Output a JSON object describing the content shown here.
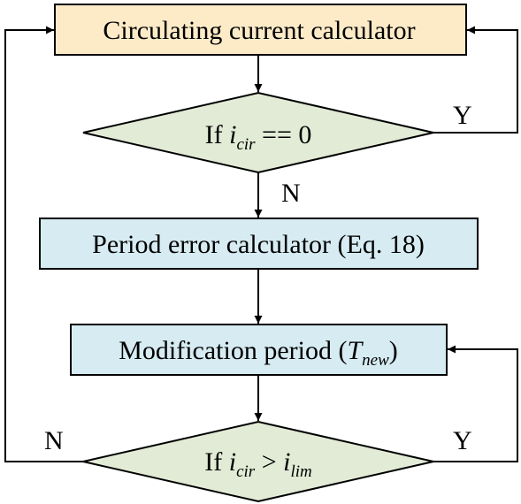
{
  "nodes": {
    "circulating": {
      "label": "Circulating current calculator",
      "fill": "#FDEBC8"
    },
    "decision_zero": {
      "prefix": "If ",
      "var": "i",
      "sub": "cir",
      "suffix": " == 0",
      "fill": "#E2EBD6"
    },
    "period_error": {
      "label": "Period error calculator (Eq. 18)",
      "fill": "#D6EBF2"
    },
    "modification": {
      "label": "Modification period (",
      "var": "T",
      "sub": "new",
      "close": ")",
      "fill": "#D6EBF2"
    },
    "decision_lim": {
      "prefix": "If ",
      "var1": "i",
      "sub1": "cir",
      "op": " > ",
      "var2": "i",
      "sub2": "lim",
      "fill": "#E2EBD6"
    }
  },
  "edge_labels": {
    "zero_yes": "Y",
    "zero_no": "N",
    "lim_no": "N",
    "lim_yes": "Y"
  },
  "colors": {
    "stroke": "#000000",
    "background": "#FFFFFF"
  }
}
